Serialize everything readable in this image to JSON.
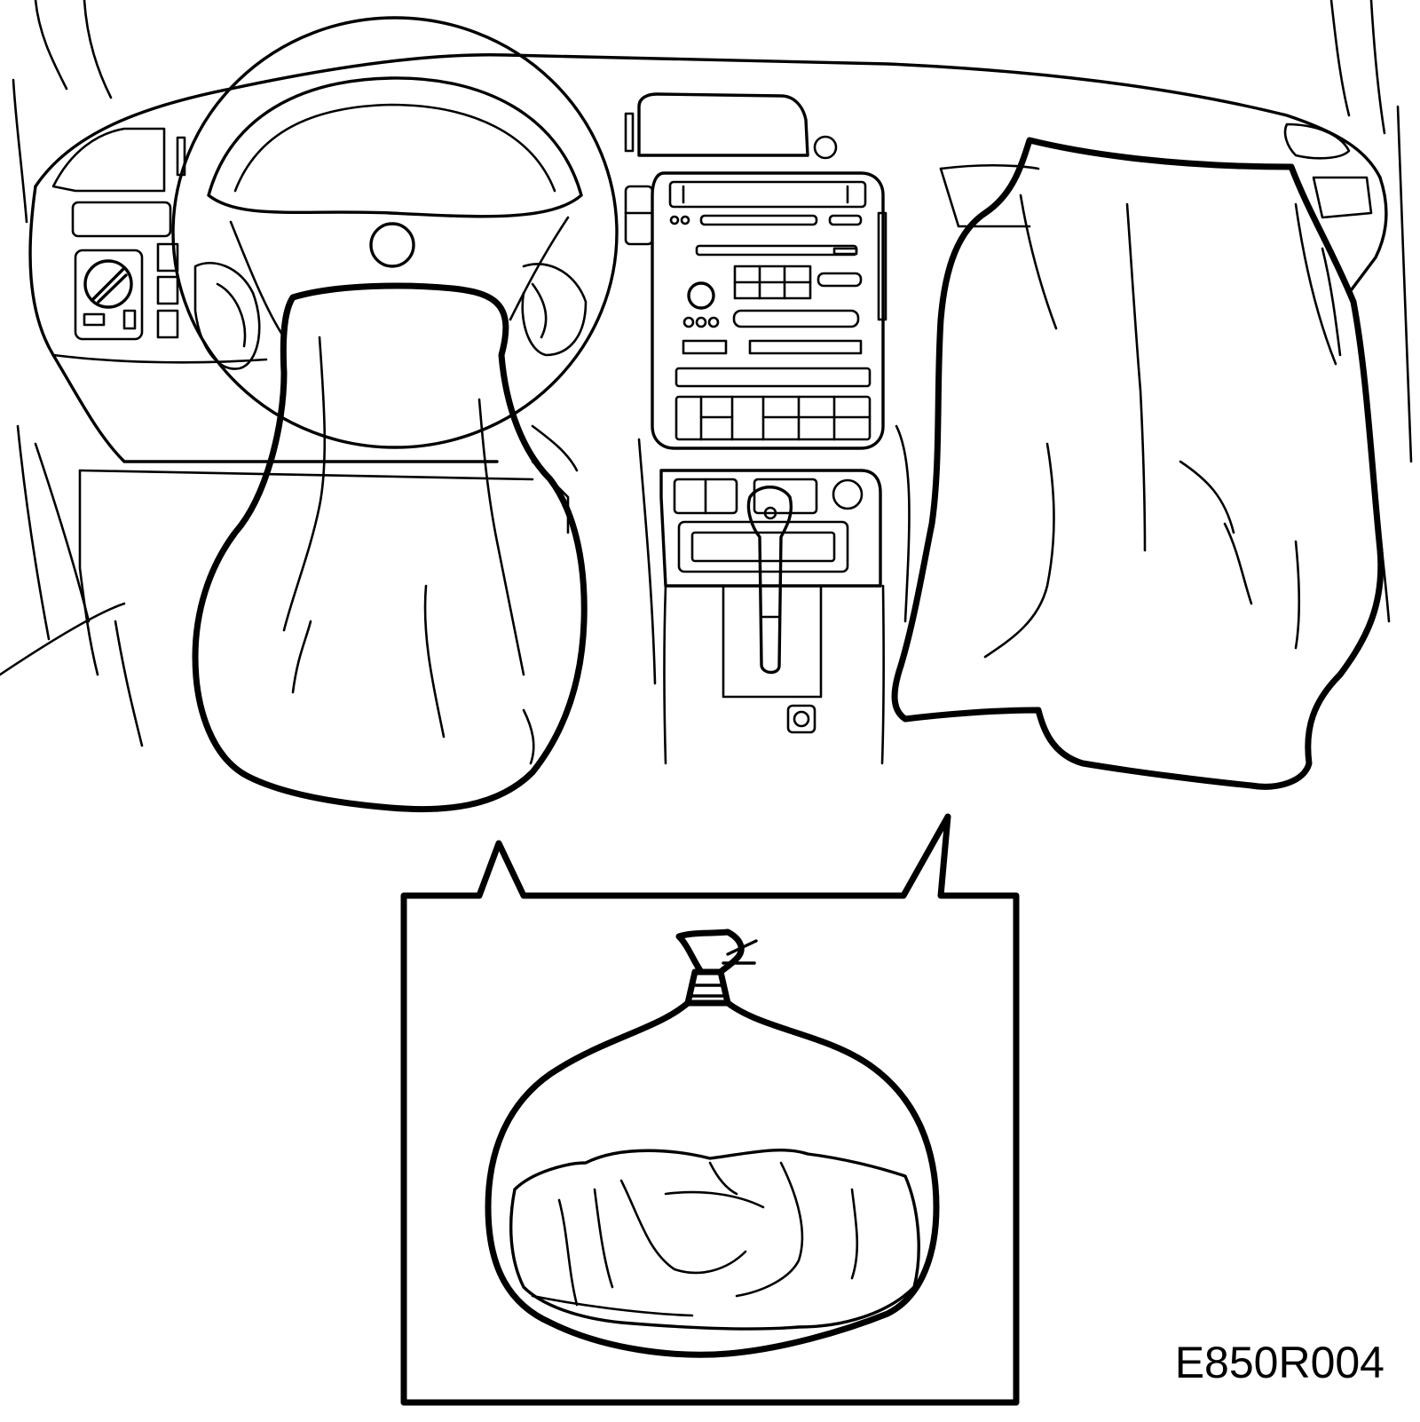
{
  "figure": {
    "id_label": "E850R004",
    "line_color": "#000000",
    "background": "#ffffff"
  },
  "parts": [
    "windshield-pillars",
    "dashboard",
    "steering-wheel",
    "instrument-panel-left",
    "center-console-radio",
    "climate-controls",
    "gear-selector",
    "deployed-driver-airbag",
    "deployed-passenger-airbag",
    "callout-box",
    "sealed-plastic-bag"
  ]
}
